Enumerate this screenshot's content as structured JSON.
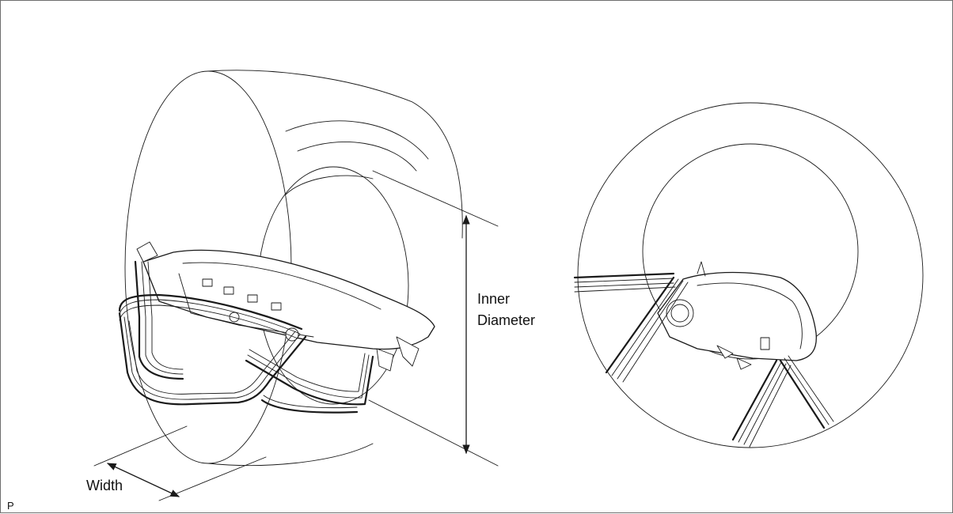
{
  "labels": {
    "inner_diameter_line1": "Inner",
    "inner_diameter_line2": "Diameter",
    "width": "Width",
    "corner_code": "P"
  },
  "colors": {
    "line": "#1a1a1a",
    "background": "#ffffff",
    "frame": "#6e6e6e"
  }
}
